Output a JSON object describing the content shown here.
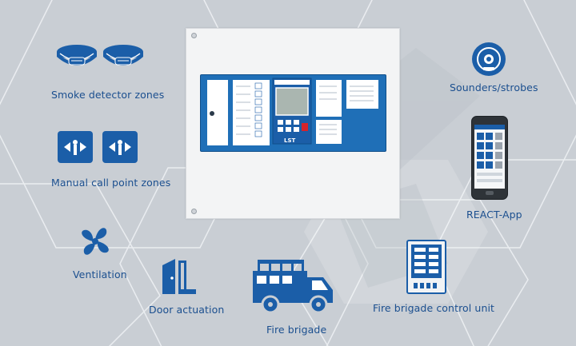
{
  "labels": {
    "smoke": "Smoke detector zones",
    "manual": "Manual call point zones",
    "ventilation": "Ventilation",
    "door": "Door actuation",
    "brigade": "Fire brigade",
    "control": "Fire brigade control unit",
    "sounders": "Sounders/strobes",
    "app": "REACT-App"
  },
  "panel": {
    "brand": "LST"
  },
  "colors": {
    "accent": "#1b5ea8",
    "label": "#1b4f8f",
    "background": "#c9ced4"
  },
  "icons": [
    "smoke-detector-icon",
    "manual-call-point-icon",
    "fan-icon",
    "door-icon",
    "fire-truck-icon",
    "control-cabinet-icon",
    "siren-icon",
    "smartphone-icon"
  ]
}
